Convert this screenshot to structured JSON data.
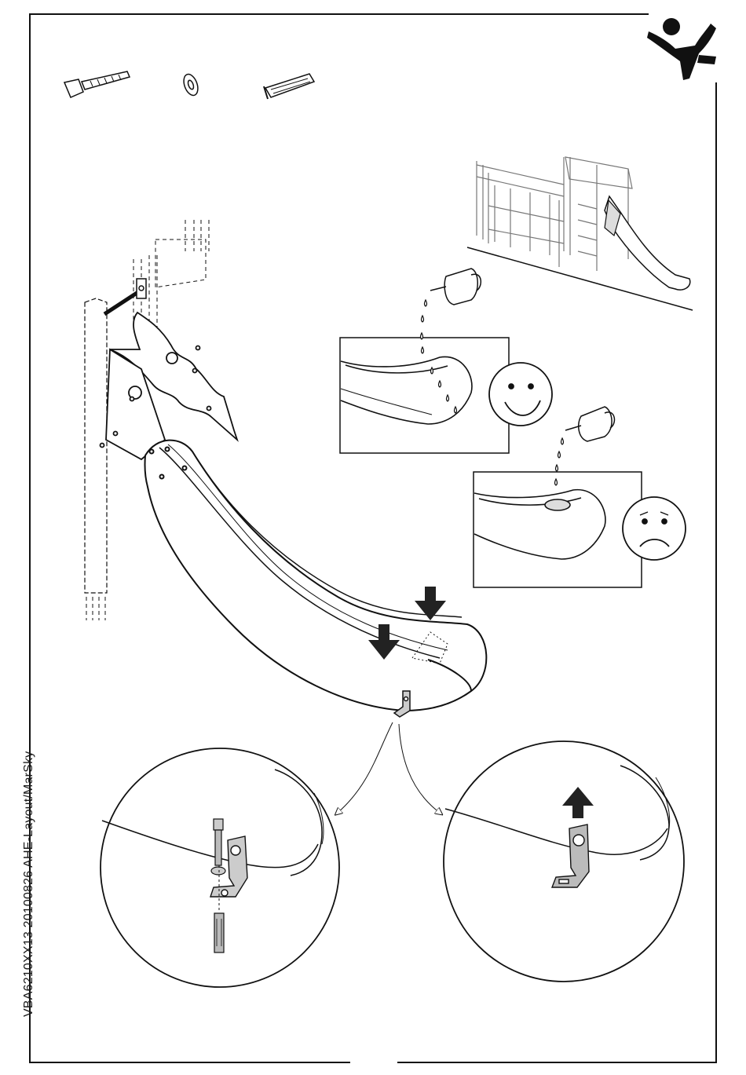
{
  "document": {
    "side_code": "VBA6210XX13 20100826 AHE-Layout/MarSky"
  },
  "icons": {
    "brand_logo": "jumping-figure-logo",
    "good_result": "smiling-face-icon",
    "bad_result": "sad-face-icon",
    "press_down": "down-arrow-icon",
    "lift_up": "up-arrow-icon"
  },
  "hardware": [
    "lag-screw",
    "washer",
    "wall-anchor"
  ],
  "colors": {
    "line": "#111111",
    "fill": "#ffffff",
    "metal": "#bfbfbf"
  }
}
